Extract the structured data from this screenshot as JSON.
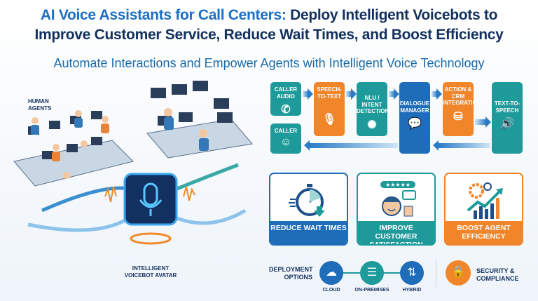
{
  "header": {
    "title_highlight": "AI Voice Assistants for Call Centers:",
    "title_rest": " Deploy Intelligent Voicebots to",
    "title_line2": "Improve Customer Service, Reduce Wait Times, and Boost Efficiency",
    "subtitle": "Automate Interactions and Empower Agents with Intelligent Voice Technology"
  },
  "illustration": {
    "human_agents": "HUMAN\nAGENTS",
    "voicebot": "INTELLIGENT\nVOICEBOT AVATAR"
  },
  "pipeline": [
    {
      "label": "CALLER AUDIO",
      "icon": "phone-sound-icon",
      "color": "#1e9a9a"
    },
    {
      "label": "SPEECH-TO-TEXT",
      "icon": "microphone-waveform-icon",
      "color": "#f0852a"
    },
    {
      "label": "NLU / INTENT DETECTION",
      "icon": "brain-icon",
      "color": "#1e9a9a"
    },
    {
      "label": "DIALOGUE MANAGER",
      "icon": "chat-bubbles-icon",
      "color": "#1f6cb8"
    },
    {
      "label": "ACTION & CRM INTEGRATION",
      "icon": "database-gear-icon",
      "color": "#f0852a"
    },
    {
      "label": "TEXT-TO-SPEECH",
      "icon": "speaker-icon",
      "color": "#1e9a9a"
    },
    {
      "label": "CALLER",
      "icon": "phone-smile-icon",
      "color": "#1e9a9a"
    }
  ],
  "benefits": [
    {
      "label": "REDUCE WAIT TIMES",
      "icon": "stopwatch-icon",
      "color": "#1f6cb8"
    },
    {
      "label": "IMPROVE CUSTOMER SATISFACTION",
      "icon": "happy-customer-icon",
      "color": "#1e9a9a"
    },
    {
      "label": "BOOST AGENT EFFICIENCY",
      "icon": "growth-chart-icon",
      "color": "#f0852a"
    }
  ],
  "deployment": {
    "label": "DEPLOYMENT\nOPTIONS",
    "options": [
      "CLOUD",
      "ON-PREMISES",
      "HYBRID"
    ]
  },
  "security": {
    "label": "SECURITY &\nCOMPLIANCE",
    "icon": "shield-lock-icon"
  }
}
